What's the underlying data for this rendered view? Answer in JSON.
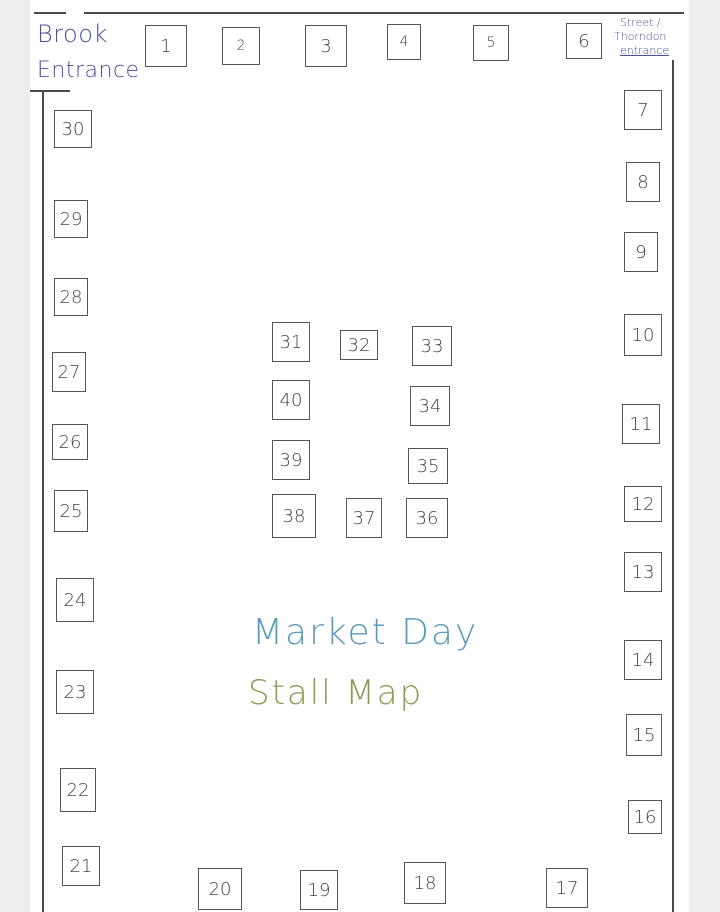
{
  "entrances": {
    "brook_line1": "Brook",
    "brook_line2": "Entrance",
    "street_line1": "Street /",
    "street_line2": "Thorndon",
    "street_line3": "entrance"
  },
  "title": {
    "line1": "Market Day",
    "line2": "Stall Map"
  },
  "colors": {
    "entrance_text": "#4a4f9e",
    "title_line1": "#5a9bbb",
    "title_line2": "#8a9a54",
    "outline": "#4a4a4a"
  },
  "stalls": [
    {
      "id": "stall-1",
      "number": "1"
    },
    {
      "id": "stall-2",
      "number": "2"
    },
    {
      "id": "stall-3",
      "number": "3"
    },
    {
      "id": "stall-4",
      "number": "4"
    },
    {
      "id": "stall-5",
      "number": "5"
    },
    {
      "id": "stall-6",
      "number": "6"
    },
    {
      "id": "stall-7",
      "number": "7"
    },
    {
      "id": "stall-8",
      "number": "8"
    },
    {
      "id": "stall-9",
      "number": "9"
    },
    {
      "id": "stall-10",
      "number": "10"
    },
    {
      "id": "stall-11",
      "number": "11"
    },
    {
      "id": "stall-12",
      "number": "12"
    },
    {
      "id": "stall-13",
      "number": "13"
    },
    {
      "id": "stall-14",
      "number": "14"
    },
    {
      "id": "stall-15",
      "number": "15"
    },
    {
      "id": "stall-16",
      "number": "16"
    },
    {
      "id": "stall-17",
      "number": "17"
    },
    {
      "id": "stall-18",
      "number": "18"
    },
    {
      "id": "stall-19",
      "number": "19"
    },
    {
      "id": "stall-20",
      "number": "20"
    },
    {
      "id": "stall-21",
      "number": "21"
    },
    {
      "id": "stall-22",
      "number": "22"
    },
    {
      "id": "stall-23",
      "number": "23"
    },
    {
      "id": "stall-24",
      "number": "24"
    },
    {
      "id": "stall-25",
      "number": "25"
    },
    {
      "id": "stall-26",
      "number": "26"
    },
    {
      "id": "stall-27",
      "number": "27"
    },
    {
      "id": "stall-28",
      "number": "28"
    },
    {
      "id": "stall-29",
      "number": "29"
    },
    {
      "id": "stall-30",
      "number": "30"
    },
    {
      "id": "stall-31",
      "number": "31"
    },
    {
      "id": "stall-32",
      "number": "32"
    },
    {
      "id": "stall-33",
      "number": "33"
    },
    {
      "id": "stall-34",
      "number": "34"
    },
    {
      "id": "stall-35",
      "number": "35"
    },
    {
      "id": "stall-36",
      "number": "36"
    },
    {
      "id": "stall-37",
      "number": "37"
    },
    {
      "id": "stall-38",
      "number": "38"
    },
    {
      "id": "stall-39",
      "number": "39"
    },
    {
      "id": "stall-40",
      "number": "40"
    }
  ]
}
